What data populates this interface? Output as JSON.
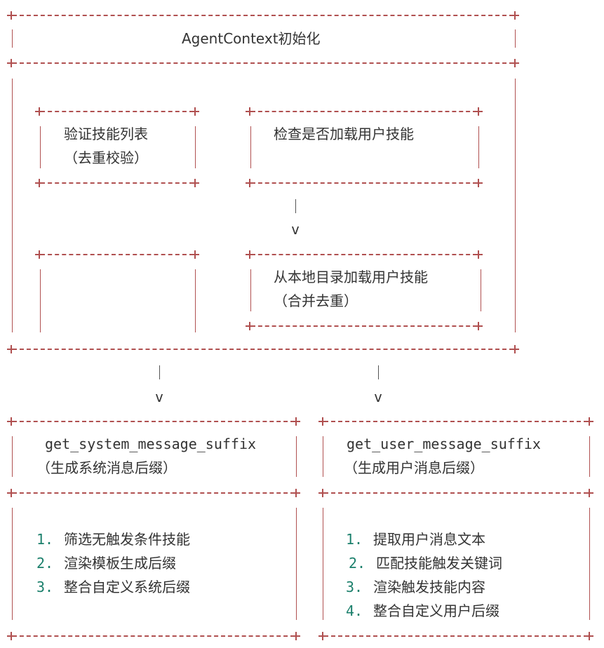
{
  "colors": {
    "border": "#b05050",
    "text": "#333333",
    "number": "#1a7f6b"
  },
  "context": {
    "title": "AgentContext初始化",
    "validate_line1": "验证技能列表",
    "validate_line2": "（去重校验）",
    "check": "检查是否加载用户技能",
    "load_line1": "从本地目录加载用户技能",
    "load_line2": "（合并去重）",
    "arrow_glyph": "v"
  },
  "system_suffix": {
    "name": "get_system_message_suffix",
    "desc": "（生成系统消息后缀）",
    "steps": [
      {
        "num": "1.",
        "text": "筛选无触发条件技能"
      },
      {
        "num": "2.",
        "text": "渲染模板生成后缀"
      },
      {
        "num": "3.",
        "text": "整合自定义系统后缀"
      }
    ]
  },
  "user_suffix": {
    "name": "get_user_message_suffix",
    "desc": "（生成用户消息后缀）",
    "steps": [
      {
        "num": "1.",
        "text": "提取用户消息文本"
      },
      {
        "num": "2.",
        "text": "匹配技能触发关键词"
      },
      {
        "num": "3.",
        "text": "渲染触发技能内容"
      },
      {
        "num": "4.",
        "text": "整合自定义用户后缀"
      }
    ]
  }
}
